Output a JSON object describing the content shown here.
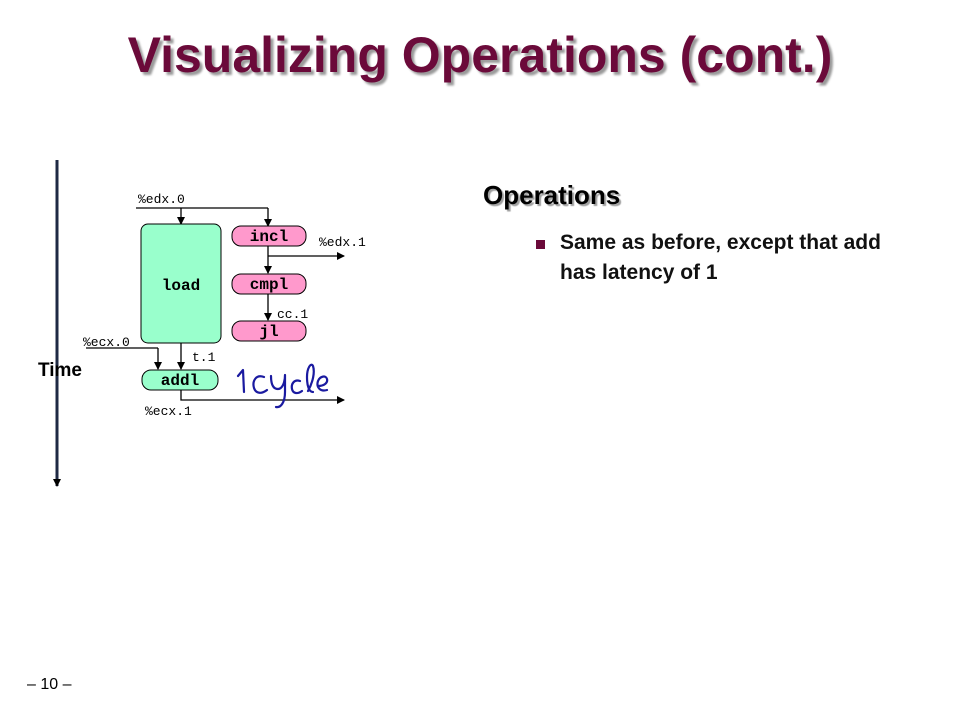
{
  "slide": {
    "title": "Visualizing Operations (cont.)",
    "page_number": "– 10 –"
  },
  "diagram": {
    "time_label": "Time",
    "ops": {
      "load": "load",
      "incl": "incl",
      "cmpl": "cmpl",
      "jl": "jl",
      "addl": "addl"
    },
    "registers": {
      "edx0": "%edx.0",
      "edx1": "%edx.1",
      "cc1": "cc.1",
      "ecx0": "%ecx.0",
      "t1": "t.1",
      "ecx1": "%ecx.1"
    },
    "handwritten_note": "1 cycle",
    "colors": {
      "load_fill": "#99ffcc",
      "addl_fill": "#99ffcc",
      "incl_fill": "#ff99cc",
      "cmpl_fill": "#ff99cc",
      "jl_fill": "#ff99cc",
      "ink": "#1a1aa0"
    }
  },
  "content": {
    "heading": "Operations",
    "bullets": [
      "Same as before, except that add has latency of 1"
    ]
  }
}
